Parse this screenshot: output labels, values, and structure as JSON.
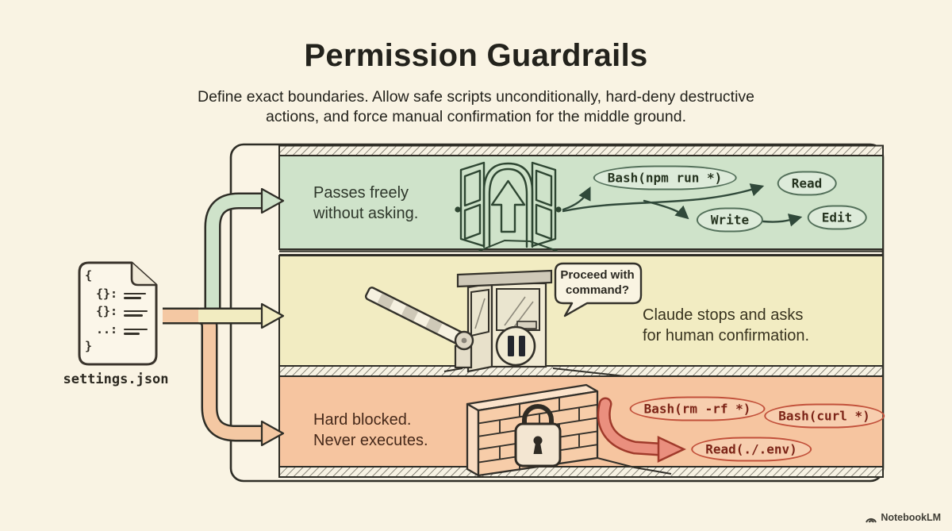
{
  "page": {
    "title": "Permission Guardrails",
    "subtitle_line1": "Define exact boundaries. Allow safe scripts unconditionally, hard-deny destructive",
    "subtitle_line2": "actions, and force manual confirmation for the middle ground.",
    "watermark": "NotebookLM"
  },
  "source_file": {
    "label": "settings.json",
    "brace_open": "{",
    "key_row1": "{}:",
    "key_row2": "{}:",
    "key_row3": "..:",
    "brace_close": "}"
  },
  "lanes": {
    "allow": {
      "caption_line1": "Passes freely",
      "caption_line2": "without asking.",
      "color": "#cfe3ca",
      "icon": "open-gate",
      "pills": {
        "bash_npm": "Bash(npm run *)",
        "read": "Read",
        "write": "Write",
        "edit": "Edit"
      }
    },
    "ask": {
      "caption_line1": "Claude stops and asks",
      "caption_line2": "for human confirmation.",
      "bubble_line1": "Proceed with",
      "bubble_line2": "command?",
      "color": "#f2ecc2",
      "icon": "toll-booth"
    },
    "deny": {
      "caption_line1": "Hard blocked.",
      "caption_line2": "Never executes.",
      "color": "#f6c5a0",
      "icon": "brick-wall-lock",
      "pills": {
        "bash_rm": "Bash(rm -rf *)",
        "bash_curl": "Bash(curl *)",
        "read_env": "Read(./.env)"
      }
    }
  },
  "colors": {
    "background": "#f9f3e3",
    "frame_stroke": "#2e2d26",
    "allow_band": "#cfe3ca",
    "ask_band": "#f2ecc2",
    "deny_band": "#f6c5a0",
    "deny_arrow": "#ea8f7e",
    "deny_pill_stroke": "#c2503a"
  }
}
